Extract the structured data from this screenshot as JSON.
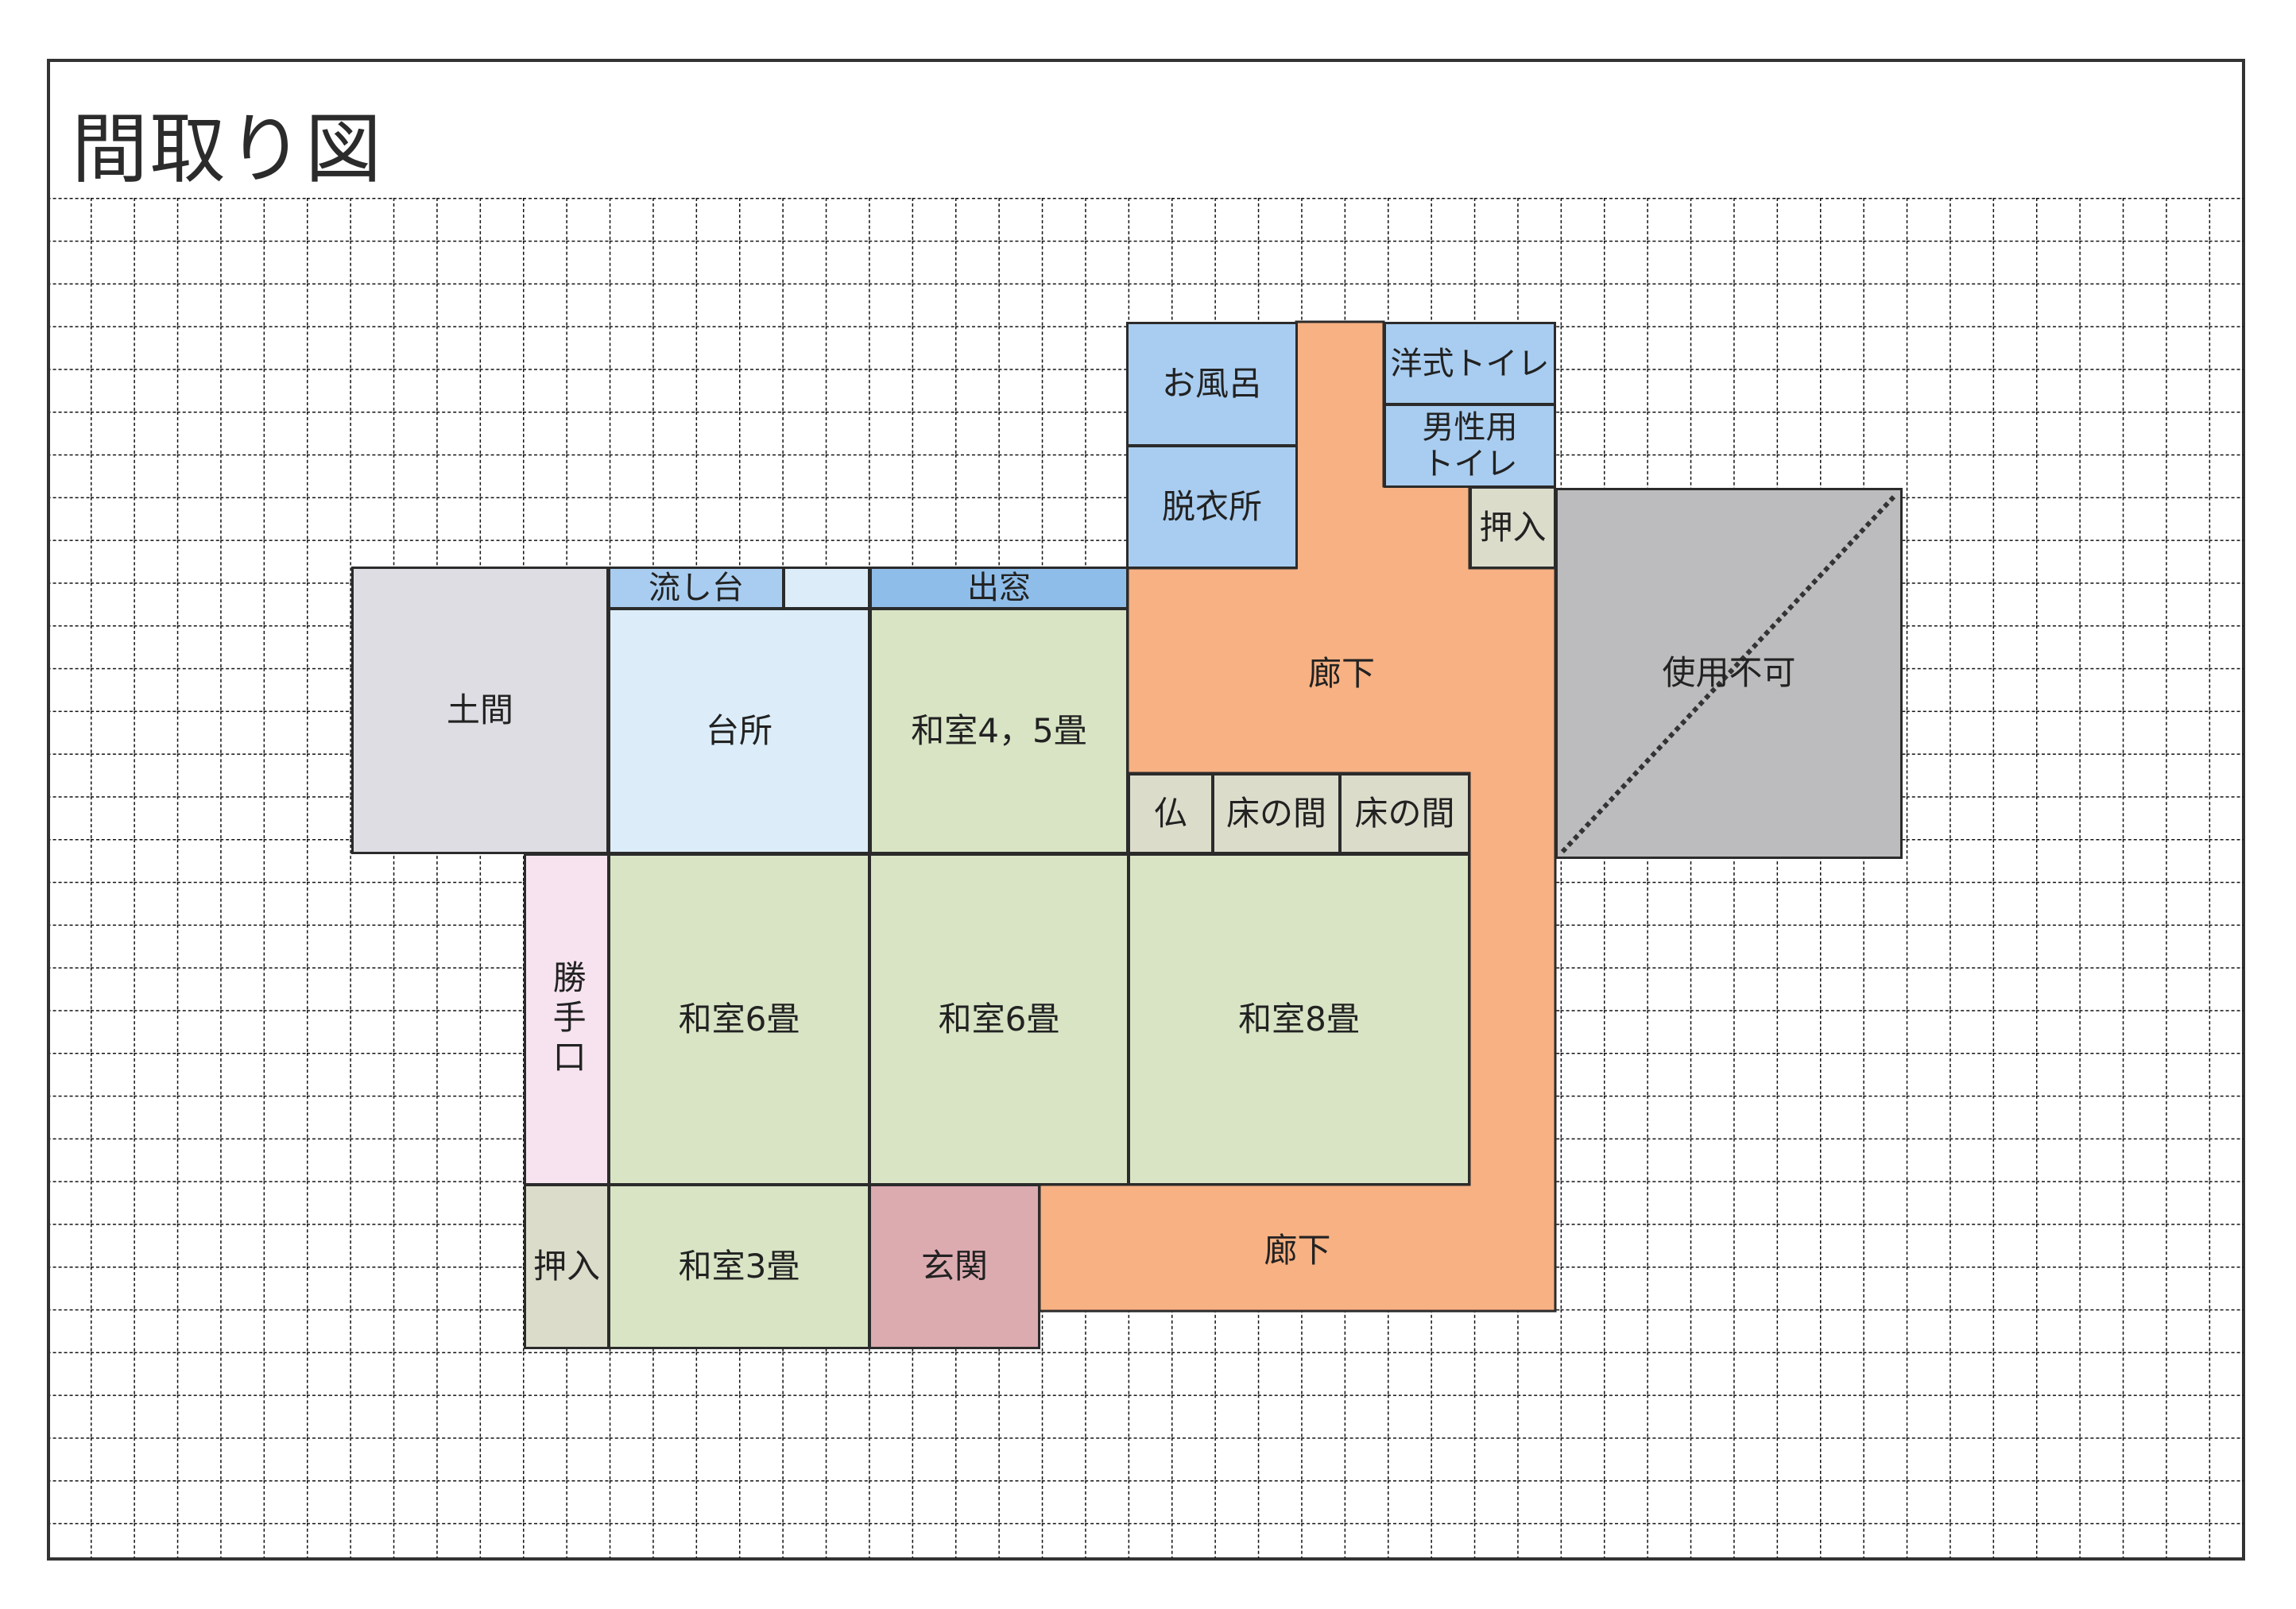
{
  "title": "間取り図",
  "colors": {
    "tatami": "#d8e4c4",
    "corridor": "#f7b183",
    "wet_area": "#a9cdf0",
    "kitchen": "#dcedf9",
    "earth_floor": "#dedde3",
    "closet": "#dcdccb",
    "entrance": "#dcabb0",
    "service_door": "#f6e3ef",
    "unusable": "#bcbcbe",
    "window": "#8fbde9"
  },
  "rooms": {
    "doma": {
      "label": "土間"
    },
    "sink": {
      "label": "流し台"
    },
    "bay_window": {
      "label": "出窓"
    },
    "kitchen": {
      "label": "台所"
    },
    "washitsu_45": {
      "label": "和室4，5畳"
    },
    "bath": {
      "label": "お風呂"
    },
    "dressing": {
      "label": "脱衣所"
    },
    "western_toilet": {
      "label": "洋式トイレ"
    },
    "male_toilet": {
      "label": "男性用\nトイレ"
    },
    "closet_upper": {
      "label": "押入"
    },
    "corridor_upper": {
      "label": "廊下"
    },
    "unusable": {
      "label": "使用不可"
    },
    "butsudan": {
      "label": "仏"
    },
    "tokonoma_1": {
      "label": "床の間"
    },
    "tokonoma_2": {
      "label": "床の間"
    },
    "service_entrance": {
      "label": "勝手口"
    },
    "washitsu_6a": {
      "label": "和室6畳"
    },
    "washitsu_6b": {
      "label": "和室6畳"
    },
    "washitsu_8": {
      "label": "和室8畳"
    },
    "closet_lower": {
      "label": "押入"
    },
    "washitsu_3": {
      "label": "和室3畳"
    },
    "entrance": {
      "label": "玄関"
    },
    "corridor_lower": {
      "label": "廊下"
    }
  }
}
